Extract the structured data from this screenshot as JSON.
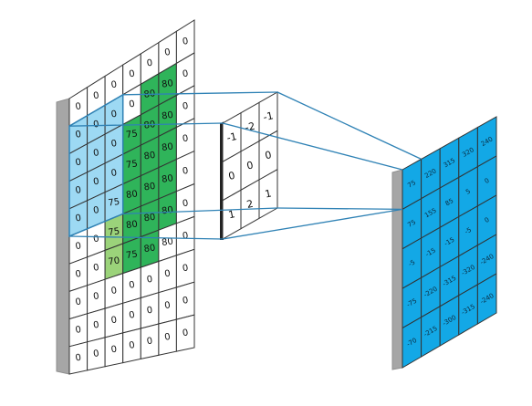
{
  "input": {
    "rows": [
      [
        "0",
        "0",
        "0",
        "0",
        "0",
        "0",
        "0"
      ],
      [
        "0",
        "0",
        "0",
        "0",
        "80",
        "80",
        "0"
      ],
      [
        "0",
        "0",
        "0",
        "75",
        "80",
        "80",
        "0"
      ],
      [
        "0",
        "0",
        "0",
        "75",
        "80",
        "80",
        "0"
      ],
      [
        "0",
        "0",
        "75",
        "80",
        "80",
        "80",
        "0"
      ],
      [
        "0",
        "0",
        "75",
        "80",
        "80",
        "80",
        "0"
      ],
      [
        "0",
        "0",
        "70",
        "75",
        "80",
        "80",
        "0"
      ],
      [
        "0",
        "0",
        "0",
        "0",
        "0",
        "0",
        "0"
      ],
      [
        "0",
        "0",
        "0",
        "0",
        "0",
        "0",
        "0"
      ],
      [
        "0",
        "0",
        "0",
        "0",
        "0",
        "0",
        "0"
      ]
    ],
    "cell_colors": [
      [
        "w",
        "w",
        "w",
        "w",
        "w",
        "w",
        "w"
      ],
      [
        "b",
        "b",
        "b",
        "w",
        "g",
        "g",
        "w"
      ],
      [
        "b",
        "b",
        "b",
        "g",
        "g",
        "g",
        "w"
      ],
      [
        "b",
        "b",
        "b",
        "g",
        "g",
        "g",
        "w"
      ],
      [
        "b",
        "b",
        "b",
        "g",
        "g",
        "g",
        "w"
      ],
      [
        "w",
        "w",
        "l",
        "g",
        "g",
        "g",
        "w"
      ],
      [
        "w",
        "w",
        "l",
        "g",
        "g",
        "w",
        "w"
      ],
      [
        "w",
        "w",
        "w",
        "w",
        "w",
        "w",
        "w"
      ],
      [
        "w",
        "w",
        "w",
        "w",
        "w",
        "w",
        "w"
      ],
      [
        "w",
        "w",
        "w",
        "w",
        "w",
        "w",
        "w"
      ]
    ]
  },
  "kernel": {
    "rows": [
      [
        "-1",
        "-2",
        "-1"
      ],
      [
        "0",
        "0",
        "0"
      ],
      [
        "1",
        "2",
        "1"
      ]
    ]
  },
  "output": {
    "rows": [
      [
        "75",
        "220",
        "315",
        "320",
        "240"
      ],
      [
        "75",
        "155",
        "85",
        "5",
        "0"
      ],
      [
        "-5",
        "-15",
        "-15",
        "-5",
        "0"
      ],
      [
        "-75",
        "-220",
        "-315",
        "-320",
        "-240"
      ],
      [
        "-70",
        "-215",
        "-300",
        "-315",
        "-240"
      ]
    ]
  },
  "colors": {
    "white_cell": "#ffffff",
    "light_blue_cell": "#9dd9f3",
    "light_green_cell": "#9bd37a",
    "dark_green_cell": "#2fb45a",
    "output_cell": "#13a8e6",
    "frame_side": "#a6a6a6",
    "grid_line": "#333333",
    "connector": "#2f82b5"
  }
}
